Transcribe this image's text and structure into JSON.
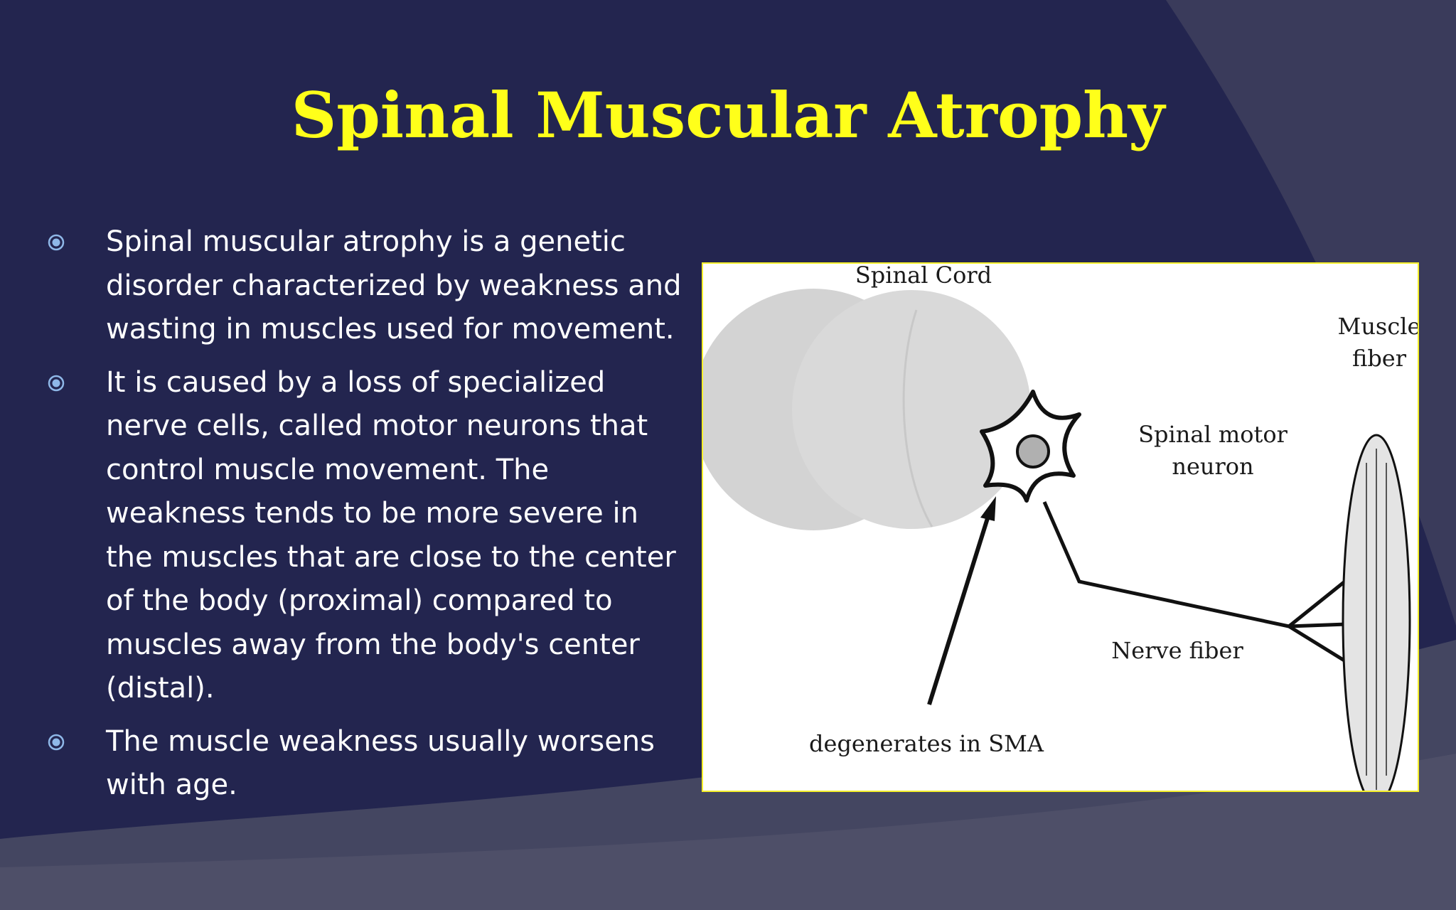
{
  "slide": {
    "title": "Spinal Muscular Atrophy",
    "bullet_icon": "circled-dot-icon",
    "colors": {
      "background": "#23254f",
      "title": "#ffff1a",
      "text": "#ffffff",
      "bullet": "#8fb8e8",
      "figure_border": "#f5ef2a"
    }
  },
  "bullets": [
    "Spinal muscular atrophy is a genetic disorder characterized by weakness and wasting in muscles used for movement.",
    "It is caused by a loss of specialized nerve cells, called motor neurons that control muscle movement. The weakness tends to be more severe in the muscles that are close to the center of the body (proximal) compared to muscles away from the body's center (distal).",
    "The muscle weakness usually worsens with age."
  ],
  "figure": {
    "labels": {
      "spinal_cord": "Spinal Cord",
      "muscle_fiber_1": "Muscle",
      "muscle_fiber_2": "fiber",
      "motor_neuron_1": "Spinal motor",
      "motor_neuron_2": "neuron",
      "nerve_fiber": "Nerve fiber",
      "degenerates": "degenerates in SMA"
    }
  }
}
